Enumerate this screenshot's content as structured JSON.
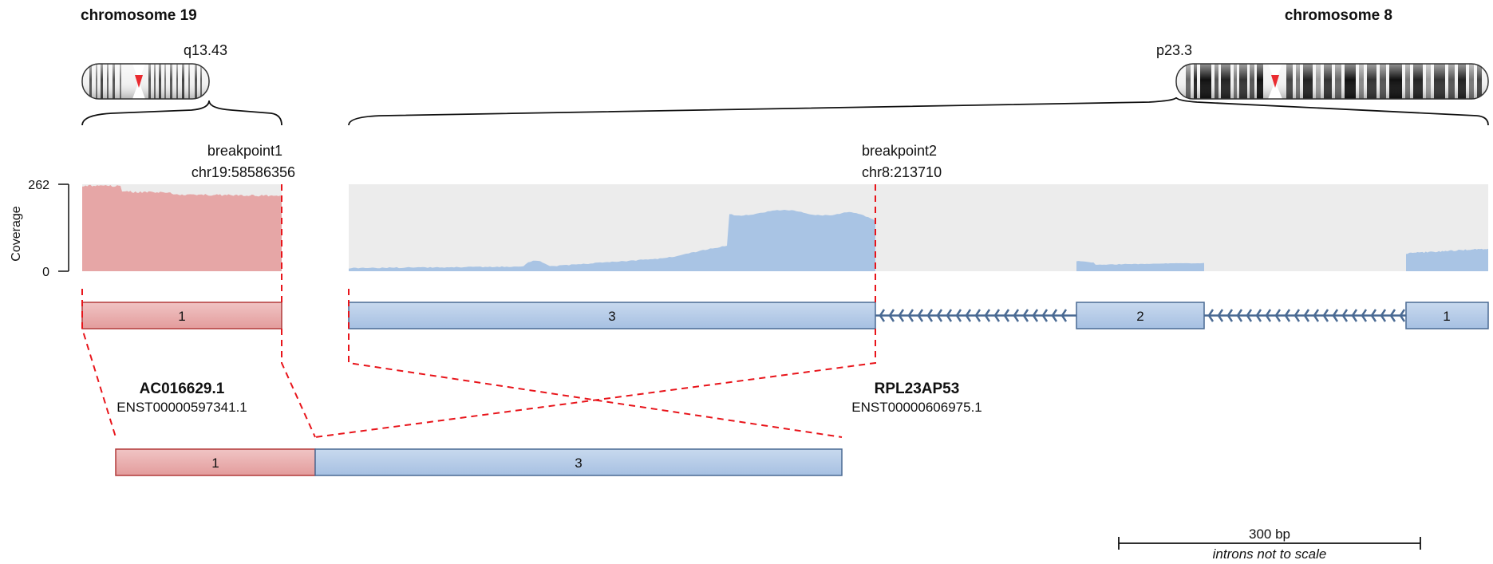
{
  "colors": {
    "gene_a_fill": "#e6a6a6",
    "gene_a_stroke": "#b23a3a",
    "gene_b_fill": "#a9c4e4",
    "gene_b_stroke": "#4a6a93",
    "coverage_bg": "#ececec",
    "breakpoint": "#e8141a",
    "intron_arrow": "#4a6a93",
    "chromosome_centromere": "#e8141a"
  },
  "chromosome_left": {
    "name": "chromosome 19",
    "band": "q13.43"
  },
  "chromosome_right": {
    "name": "chromosome 8",
    "band": "p23.3"
  },
  "breakpoint1": {
    "label": "breakpoint1",
    "position": "chr19:58586356"
  },
  "breakpoint2": {
    "label": "breakpoint2",
    "position": "chr8:213710"
  },
  "coverage": {
    "axis_label": "Coverage",
    "max_label": "262",
    "min_label": "0",
    "max": 262
  },
  "gene_a": {
    "name": "AC016629.1",
    "transcript": "ENST00000597341.1",
    "exon_label": "1"
  },
  "gene_b": {
    "name": "RPL23AP53",
    "transcript": "ENST00000606975.1",
    "exon_labels": [
      "3",
      "2",
      "1"
    ]
  },
  "fusion": {
    "exon_labels": [
      "1",
      "3"
    ]
  },
  "scale": {
    "label": "300 bp",
    "note": "introns not to scale"
  },
  "icons": {
    "intron_arrow": "chevron-left-icon"
  }
}
